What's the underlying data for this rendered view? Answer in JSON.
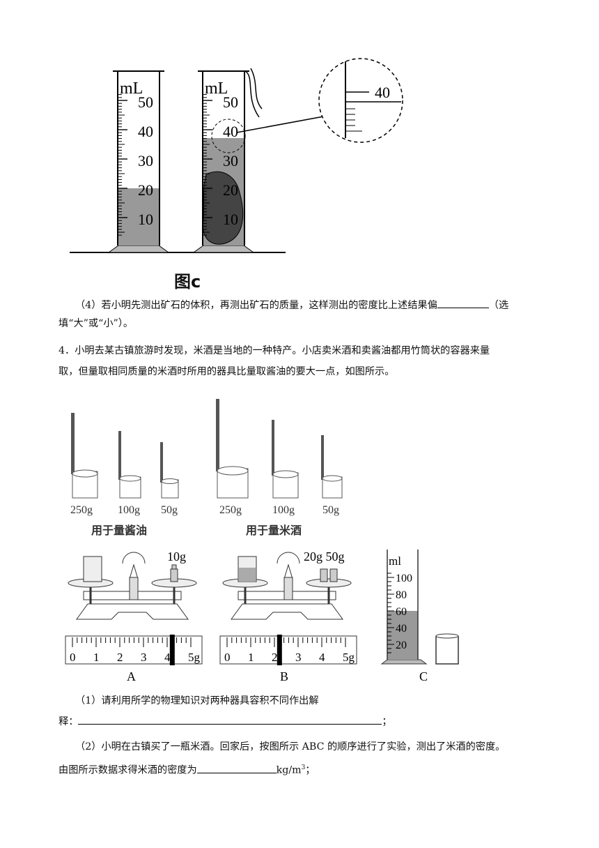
{
  "figure_c": {
    "caption": "图c",
    "unit": "mL",
    "scale": [
      "50",
      "40",
      "30",
      "20",
      "10"
    ],
    "zoom_label": "40"
  },
  "q4": {
    "text_before": "（4）若小明先测出矿石的体积，再测出矿石的质量，这样测出的密度比上述结果偏",
    "text_after": "（选填“大”或“小”）。"
  },
  "problem4": {
    "stem_line1": "4．小明去某古镇旅游时发现，米酒是当地的一种特产。小店卖米酒和卖酱油都用竹筒状的容器来量",
    "stem_line2": "取，但量取相同质量的米酒时所用的器具比量取酱油的要大一点，如图所示。"
  },
  "measures": {
    "soy_labels": [
      "250g",
      "100g",
      "50g"
    ],
    "soy_caption": "用于量酱油",
    "wine_labels": [
      "250g",
      "100g",
      "50g"
    ],
    "wine_caption": "用于量米酒"
  },
  "balances": {
    "a_weight": "10g",
    "b_weights": "20g 50g",
    "ruler_nums": [
      "0",
      "1",
      "2",
      "3",
      "4",
      "5g"
    ],
    "a_marker_value": 4.2,
    "b_marker_value": 2.2,
    "label_a": "A",
    "label_b": "B",
    "label_c": "C",
    "cylinder_unit": "ml",
    "cylinder_scale": [
      "100",
      "80",
      "60",
      "40",
      "20"
    ],
    "cylinder_fill_ml": 60
  },
  "q1": {
    "line1": "（1）请利用所学的物理知识对两种器具容积不同作出解",
    "line2_prefix": "释：",
    "line2_suffix": "；"
  },
  "q2": {
    "line1": "（2）小明在古镇买了一瓶米酒。回家后，按图所示 ABC 的顺序进行了实验，测出了米酒的密度。",
    "line2_prefix": "由图所示数据求得米酒的密度为",
    "unit_base": "kg/m",
    "unit_sup": "3",
    "line2_suffix": "；"
  }
}
